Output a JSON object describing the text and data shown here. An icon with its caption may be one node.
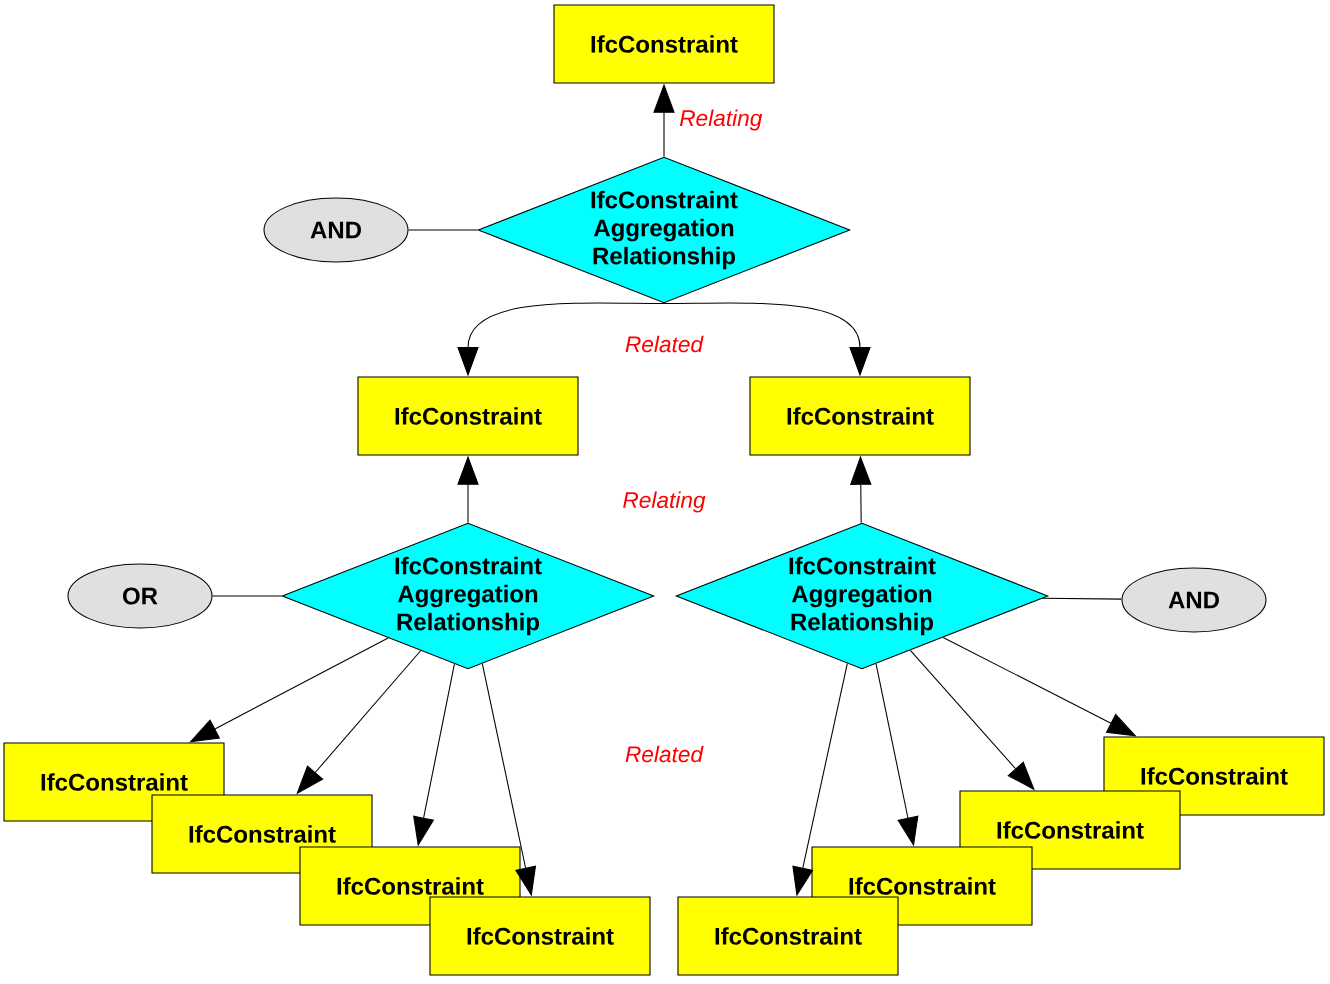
{
  "diagram": {
    "nodes": [
      {
        "text": [
          "IfcConstraint"
        ]
      },
      {
        "text": [
          "IfcConstraint Aggregation Relationship"
        ]
      },
      {
        "text": [
          "AND"
        ]
      },
      {
        "text": [
          "IfcConstraint"
        ]
      },
      {
        "text": [
          "IfcConstraint"
        ]
      },
      {
        "text": [
          "IfcConstraint Aggregation Relationship"
        ]
      },
      {
        "text": [
          "OR"
        ]
      },
      {
        "text": [
          "IfcConstraint Aggregation Relationship"
        ]
      },
      {
        "text": [
          "AND"
        ]
      },
      {
        "text": [
          "IfcConstraint"
        ]
      },
      {
        "text": [
          "IfcConstraint"
        ]
      },
      {
        "text": [
          "IfcConstraint"
        ]
      },
      {
        "text": [
          "IfcConstraint"
        ]
      },
      {
        "text": [
          "IfcConstraint"
        ]
      },
      {
        "text": [
          "IfcConstraint"
        ]
      },
      {
        "text": [
          "IfcConstraint"
        ]
      },
      {
        "text": [
          "IfcConstraint"
        ]
      }
    ],
    "edges": [
      {
        "from": 1,
        "to": 0,
        "arrow": "to",
        "label": "Relating"
      },
      {
        "from": 2,
        "to": 1,
        "arrow": "none"
      },
      {
        "from": 1,
        "to": 3,
        "arrow": "to"
      },
      {
        "from": 1,
        "to": 4,
        "arrow": "to"
      },
      {
        "from": 5,
        "to": 3,
        "arrow": "to"
      },
      {
        "from": 7,
        "to": 4,
        "arrow": "to"
      },
      {
        "from": 6,
        "to": 5,
        "arrow": "none"
      },
      {
        "from": 8,
        "to": 7,
        "arrow": "none"
      },
      {
        "from": 5,
        "to": 9,
        "arrow": "to"
      },
      {
        "from": 5,
        "to": 10,
        "arrow": "to"
      },
      {
        "from": 5,
        "to": 11,
        "arrow": "to"
      },
      {
        "from": 5,
        "to": 12,
        "arrow": "to"
      },
      {
        "from": 7,
        "to": 13,
        "arrow": "to"
      },
      {
        "from": 7,
        "to": 14,
        "arrow": "to"
      },
      {
        "from": 7,
        "to": 15,
        "arrow": "to"
      },
      {
        "from": 7,
        "to": 16,
        "arrow": "to"
      }
    ],
    "labels": [
      "Related",
      "Relating",
      "Related"
    ]
  }
}
